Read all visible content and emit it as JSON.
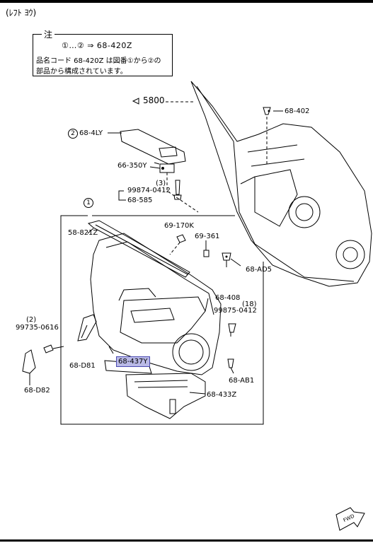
{
  "header": {
    "view_label": "(ﾚﾌﾄ ﾖｳ)"
  },
  "note": {
    "title": "注",
    "range_line": "①…② ⇒ 68-420Z",
    "line2": "品名コード 68-420Z は図番①から②の",
    "line3": "部品から構成されています。"
  },
  "labels": {
    "ref_5800": "5800",
    "p_68_402": "68-402",
    "circ2": "2",
    "p_68_4LY": "68-4LY",
    "p_66_350Y": "66-350Y",
    "qty3": "(3)",
    "p_99874_0412": "99874-0412",
    "p_68_585": "68-585",
    "circ1": "1",
    "p_58_821Z": "58-821Z",
    "p_69_170K": "69-170K",
    "p_69_361": "69-361",
    "p_68_AD5": "68-AD5",
    "p_68_408": "68-408",
    "qty18": "(18)",
    "p_99875_0412": "99875-0412",
    "qty2": "(2)",
    "p_99735_0616": "99735-0616",
    "p_68_D81": "68-D81",
    "p_68_437Y": "68-437Y",
    "p_68_AB1": "68-AB1",
    "p_68_433Z": "68-433Z",
    "p_68_D82": "68-D82",
    "fwd": "FWD"
  }
}
